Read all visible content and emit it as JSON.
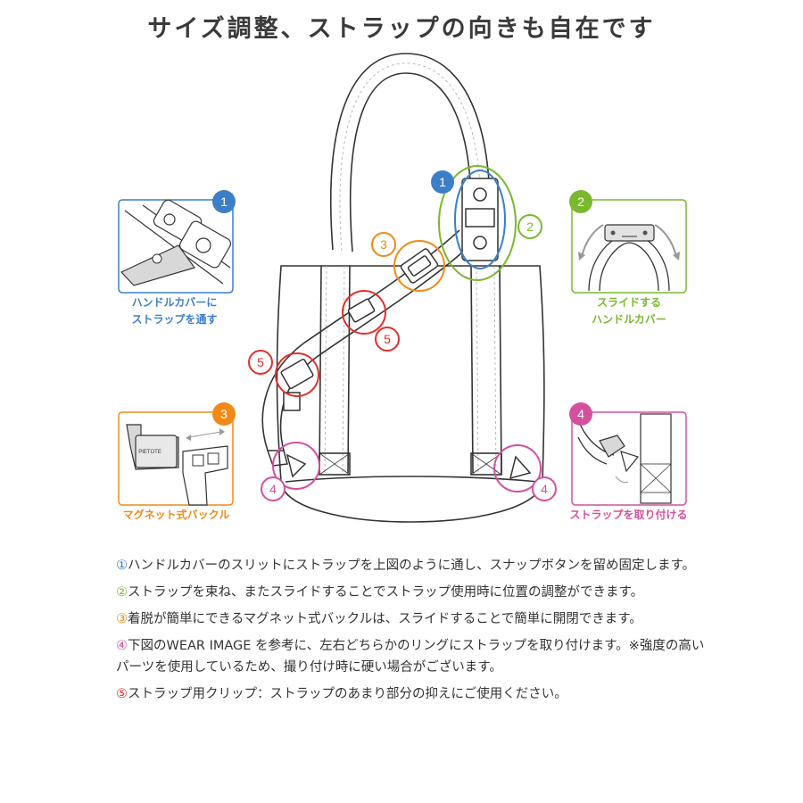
{
  "title": "サイズ調整、ストラップの向きも自在です",
  "badges": {
    "b1": "1",
    "b2": "2",
    "b3": "3",
    "b4": "4",
    "b5": "5"
  },
  "captions": {
    "blue_line1": "ハンドルカバーに",
    "blue_line2": "ストラップを通す",
    "green_line1": "スライドする",
    "green_line2": "ハンドルカバー",
    "orange": "マグネット式バックル",
    "pink": "ストラップを取り付ける"
  },
  "buckle_brand": "PIETOTE",
  "notes": [
    {
      "num": "①",
      "text": "ハンドルカバーのスリットにストラップを上図のように通し、スナップボタンを留め固定します。"
    },
    {
      "num": "②",
      "text": "ストラップを束ね、またスライドすることでストラップ使用時に位置の調整ができます。"
    },
    {
      "num": "③",
      "text": "着脱が簡単にできるマグネット式バックルは、スライドすることで簡単に開閉できます。"
    },
    {
      "num": "④",
      "text": "下図のWEAR IMAGE を参考に、左右どちらかのリングにストラップを取り付けます。※強度の高いパーツを使用しているため、撮り付け時に硬い場合がございます。"
    },
    {
      "num": "⑤",
      "text": "ストラップ用クリップ：ストラップのあまり部分の抑えにご使用ください。"
    }
  ],
  "colors": {
    "blue": "#3c7fc6",
    "green": "#7ab82e",
    "orange": "#ef8a18",
    "pink": "#d4509e",
    "red": "#e0302d",
    "line": "#333333"
  }
}
